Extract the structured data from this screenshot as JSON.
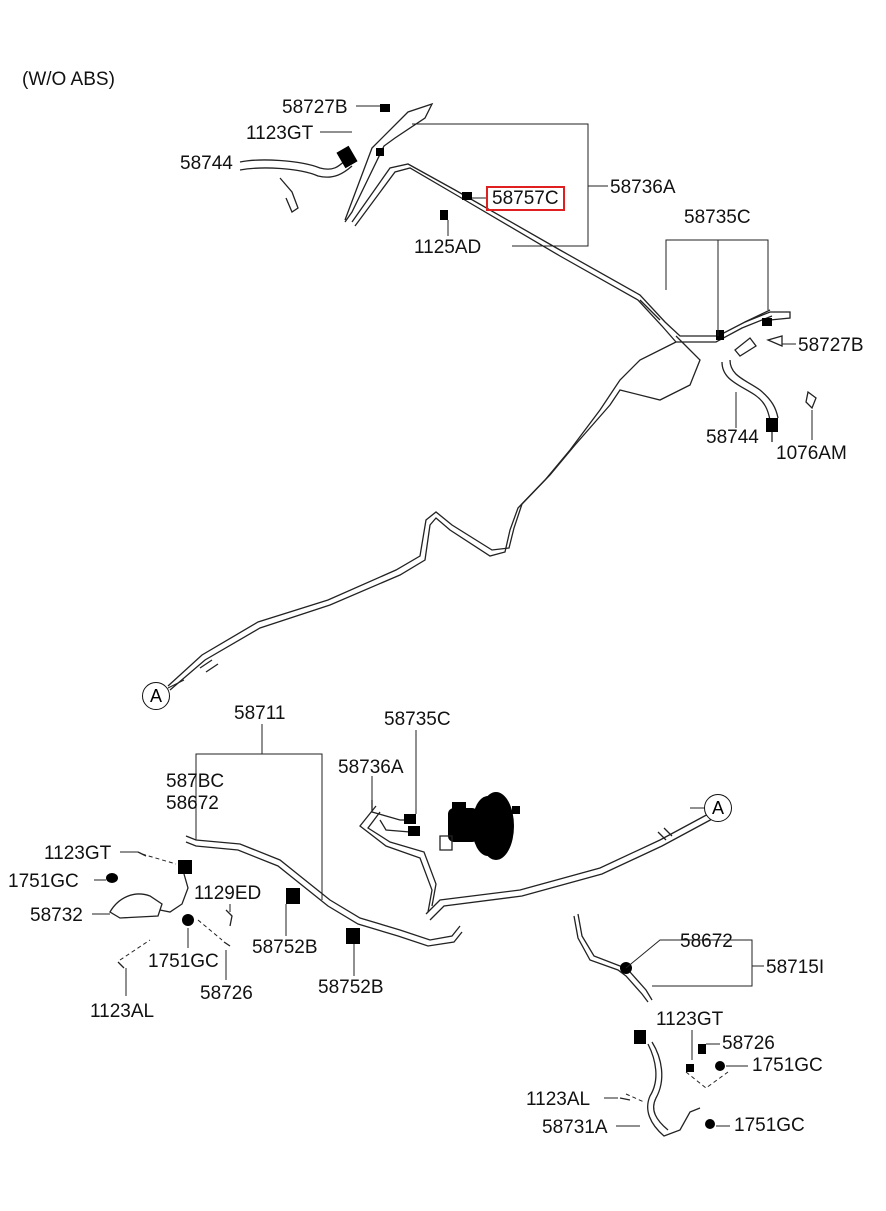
{
  "header": {
    "variant": "(W/O ABS)"
  },
  "labels": {
    "p58727B_a": "58727B",
    "p1123GT_a": "1123GT",
    "p58744_a": "58744",
    "p58757C": "58757C",
    "p58736A_a": "58736A",
    "p1125AD": "1125AD",
    "p58735C_a": "58735C",
    "p58727B_b": "58727B",
    "p58744_b": "58744",
    "p1076AM": "1076AM",
    "p58711": "58711",
    "p587BC": "587BC",
    "p58672_a": "58672",
    "p58735C_b": "58735C",
    "p58736A_b": "58736A",
    "p1123GT_b": "1123GT",
    "p1751GC_a": "1751GC",
    "p58732": "58732",
    "p1129ED": "1129ED",
    "p58752B_a": "58752B",
    "p1751GC_b": "1751GC",
    "p58726_a": "58726",
    "p58752B_b": "58752B",
    "p1123AL_a": "1123AL",
    "p58672_b": "58672",
    "p58715I": "58715I",
    "p1123GT_c": "1123GT",
    "p58726_b": "58726",
    "p1751GC_c": "1751GC",
    "p1123AL_b": "1123AL",
    "p58731A": "58731A",
    "p1751GC_d": "1751GC"
  },
  "connectors": {
    "upper": "A",
    "lower": "A"
  },
  "highlight": {
    "part": "58757C",
    "color": "#e02020"
  }
}
